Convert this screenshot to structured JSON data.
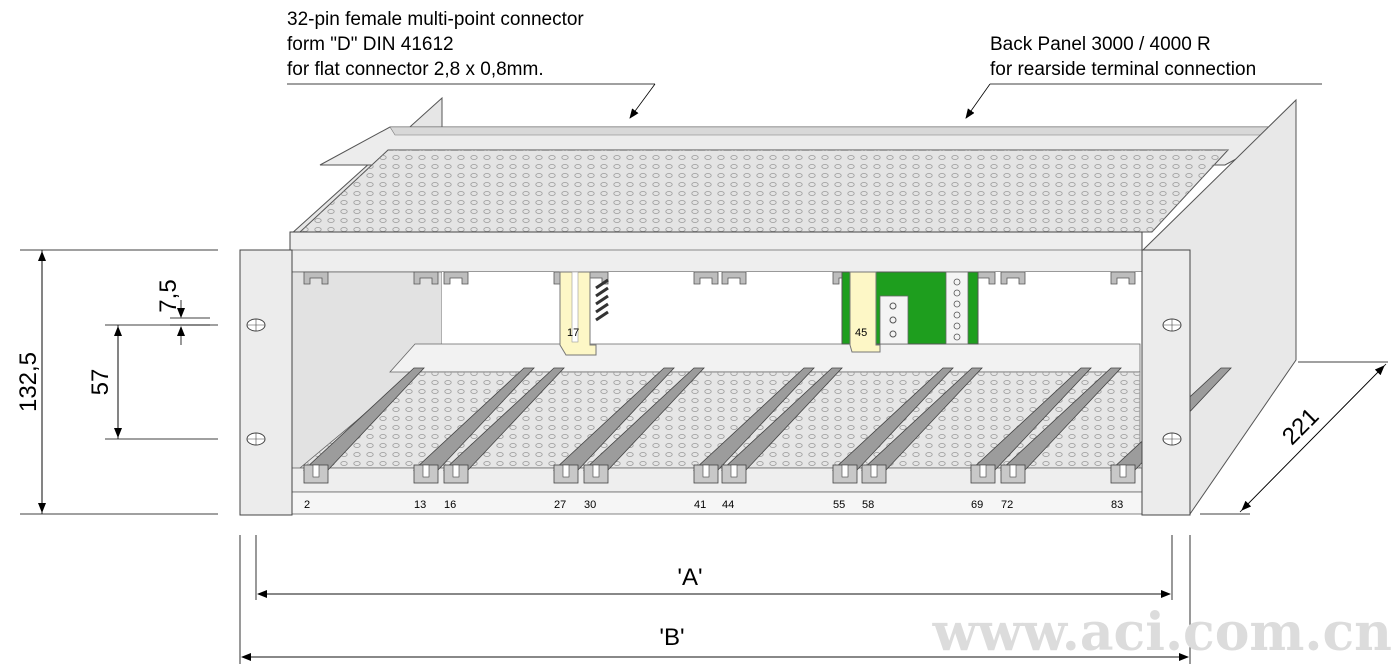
{
  "annotations": {
    "connector_lines": [
      "32-pin female multi-point connector",
      "form \"D\" DIN 41612",
      "for flat connector 2,8 x 0,8mm."
    ],
    "backpanel_lines": [
      "Back Panel 3000 / 4000 R",
      "for rearside terminal connection"
    ]
  },
  "dimensions": {
    "height": "132,5",
    "hole_spacing": "57",
    "hole_offset": "7,5",
    "depth": "221",
    "width_a": "'A'",
    "width_b": "'B'"
  },
  "slot_numbers": [
    "2",
    "13",
    "16",
    "27",
    "30",
    "41",
    "44",
    "55",
    "58",
    "69",
    "72",
    "83"
  ],
  "cards": [
    {
      "slot": "17",
      "color": "#fdf7c6"
    },
    {
      "slot": "45",
      "color": "#fdf7c6"
    }
  ],
  "pcb_color": "#1e9e1e",
  "watermark": "www.aci.com.cn"
}
